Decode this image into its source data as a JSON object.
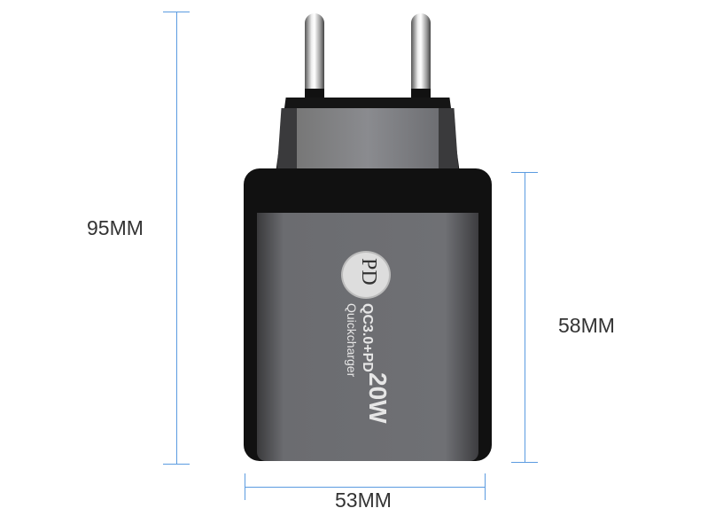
{
  "dimensions": {
    "height_total": "95MM",
    "height_body": "58MM",
    "width": "53MM"
  },
  "product": {
    "badge": "PD",
    "spec": "QC3.0+PD",
    "name": "Quickcharger",
    "power": "20W"
  },
  "colors": {
    "dimension_line": "#5b9be0",
    "body": "#6b6c70"
  }
}
